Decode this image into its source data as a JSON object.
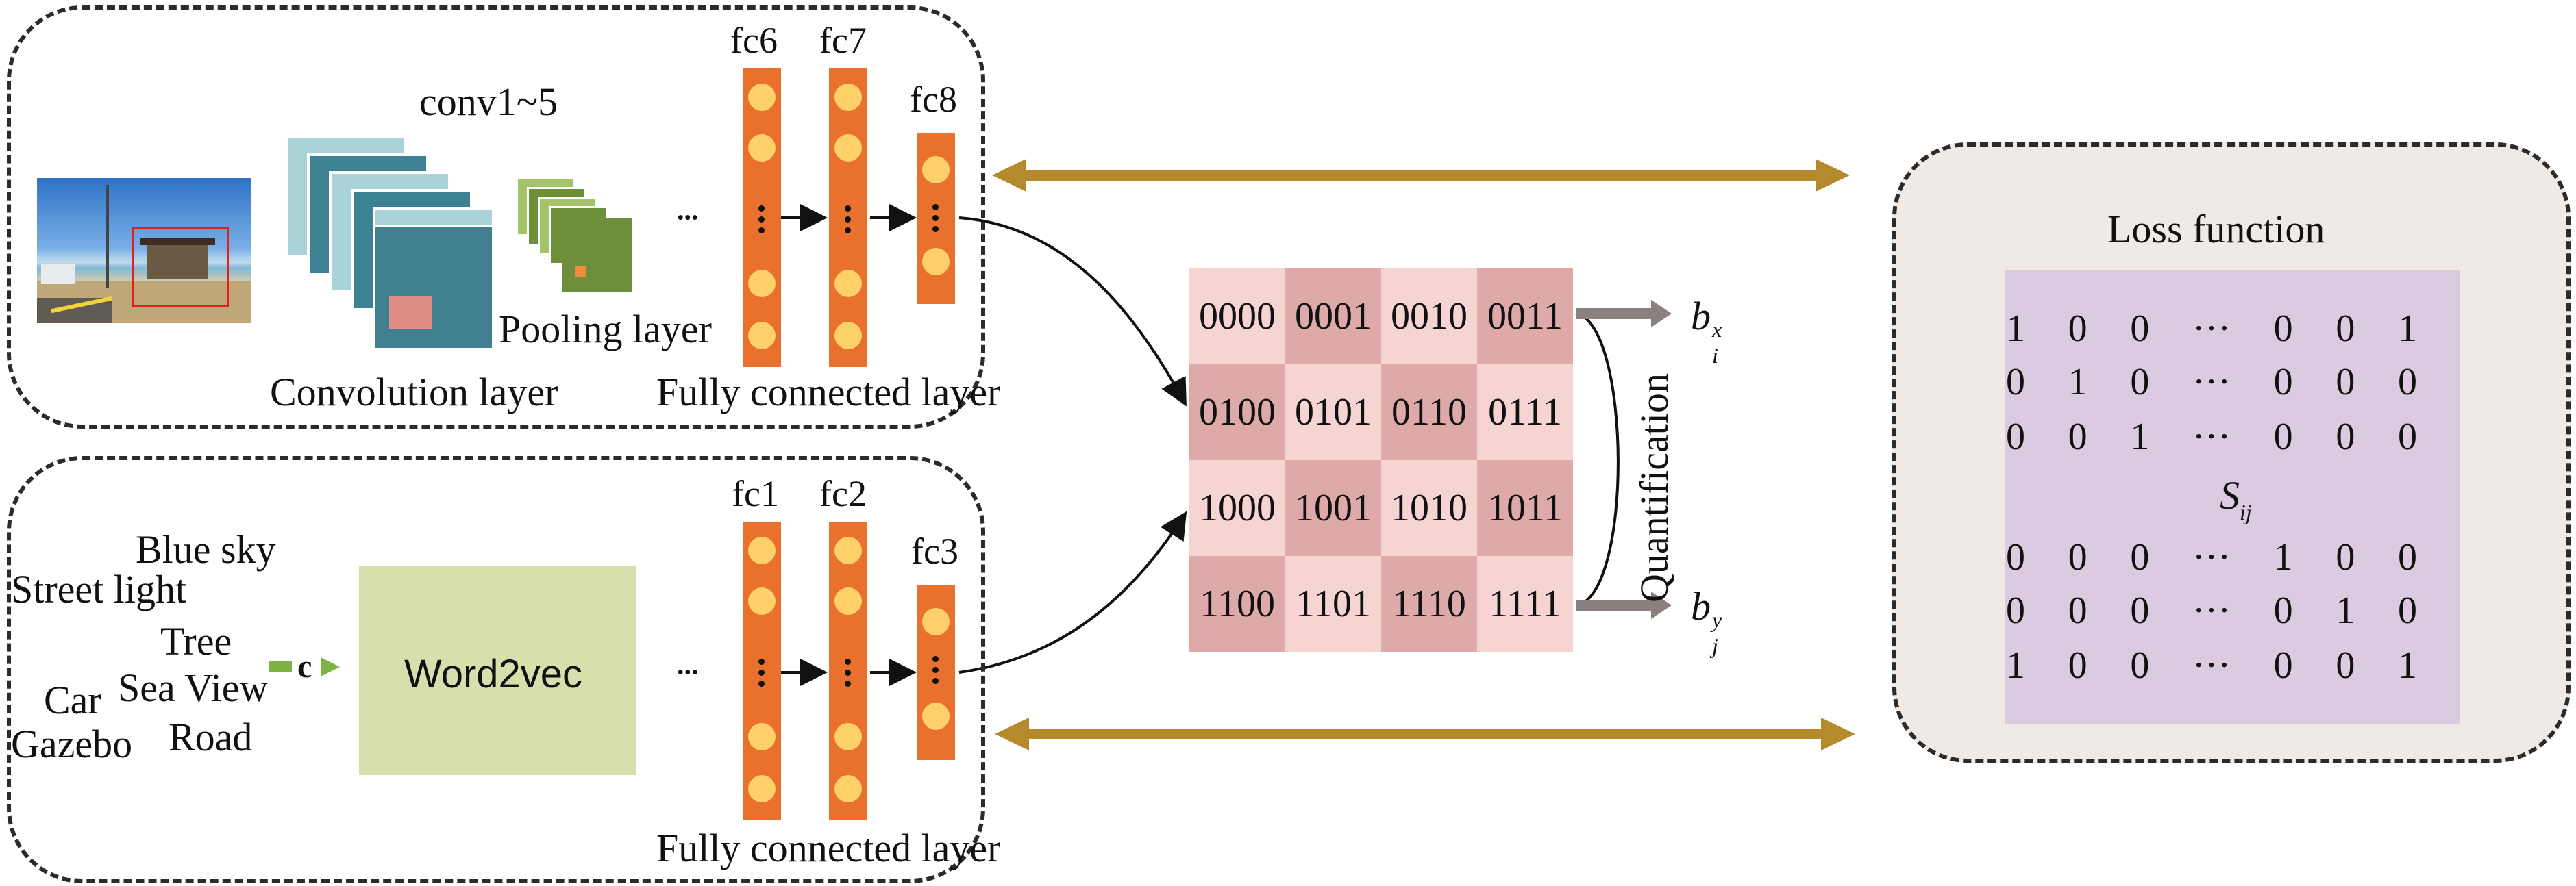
{
  "image_branch": {
    "conv_label": "conv1~5",
    "convolution_layer": "Convolution layer",
    "pooling_layer": "Pooling layer",
    "fully_connected_layer": "Fully connected layer",
    "fc_labels": [
      "fc6",
      "fc7",
      "fc8"
    ],
    "ellipsis": "..."
  },
  "text_branch": {
    "words": [
      "Blue sky",
      "Street light",
      "Tree",
      "Sea View",
      "Car",
      "Road",
      "Gazebo"
    ],
    "c_label": "c",
    "word2vec": "Word2vec",
    "fully_connected_layer": "Fully connected layer",
    "fc_labels": [
      "fc1",
      "fc2",
      "fc3"
    ],
    "ellipsis": "..."
  },
  "hash_grid": {
    "rows": [
      [
        "0000",
        "0001",
        "0010",
        "0011"
      ],
      [
        "0100",
        "0101",
        "0110",
        "0111"
      ],
      [
        "1000",
        "1001",
        "1010",
        "1011"
      ],
      [
        "1100",
        "1101",
        "1110",
        "1111"
      ]
    ],
    "light_color": "#f6d4d2",
    "dark_color": "#deaaa9",
    "quantification": "Quantification",
    "output_top_base": "b",
    "output_top_sub": "i",
    "output_top_sup": "x",
    "output_bottom_base": "b",
    "output_bottom_sub": "j",
    "output_bottom_sup": "y"
  },
  "loss": {
    "title": "Loss function",
    "matrix_top": [
      [
        "1",
        "0",
        "0",
        "···",
        "0",
        "0",
        "1"
      ],
      [
        "0",
        "1",
        "0",
        "···",
        "0",
        "0",
        "0"
      ],
      [
        "0",
        "0",
        "1",
        "···",
        "0",
        "0",
        "0"
      ]
    ],
    "similarity_base": "S",
    "similarity_sub": "ij",
    "matrix_bottom": [
      [
        "0",
        "0",
        "0",
        "···",
        "1",
        "0",
        "0"
      ],
      [
        "0",
        "0",
        "0",
        "···",
        "0",
        "1",
        "0"
      ],
      [
        "1",
        "0",
        "0",
        "···",
        "0",
        "0",
        "1"
      ]
    ],
    "panel_color": "#efeae6",
    "matrix_color": "#dbcbe0"
  },
  "colors": {
    "fc_bar": "#e9702d",
    "fc_node": "#fdd06a",
    "arrow": "#b48a2c",
    "output_arrow": "#8a8080"
  }
}
